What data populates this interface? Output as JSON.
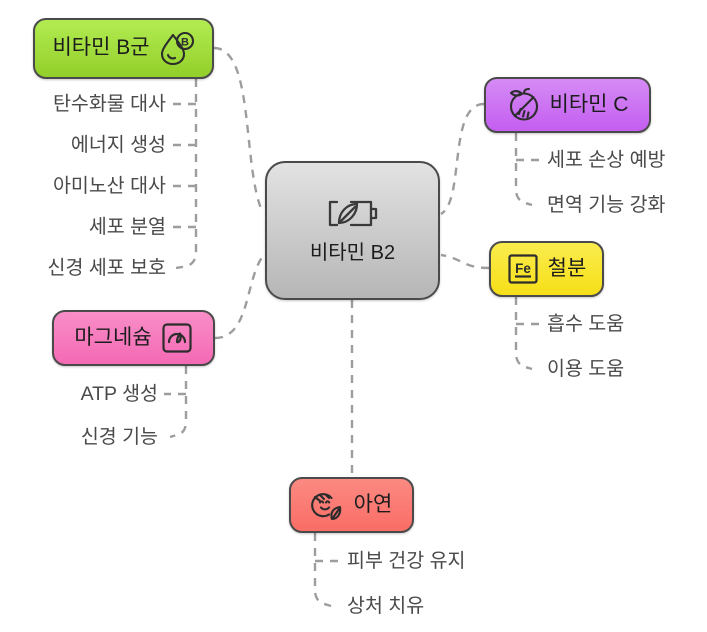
{
  "diagram": {
    "type": "mind-map",
    "title": "비타민 B2"
  },
  "center": {
    "label": "비타민 B2",
    "icon": "battery-leaf-icon",
    "color": "#c9c9c9"
  },
  "branches": [
    {
      "id": "vitamin-b",
      "label": "비타민 B군",
      "icon": "droplet-b-icon",
      "color": "#a5e33f",
      "side": "left",
      "leaves": [
        "탄수화물 대사",
        "에너지 생성",
        "아미노산 대사",
        "세포 분열",
        "신경 세포 보호"
      ]
    },
    {
      "id": "vitamin-c",
      "label": "비타민 C",
      "icon": "citrus-orange-icon",
      "color": "#cb6ef2",
      "side": "right",
      "leaves": [
        "세포 손상 예방",
        "면역 기능 강화"
      ]
    },
    {
      "id": "iron",
      "label": "철분",
      "icon": "fe-element-icon",
      "color": "#f8e436",
      "side": "right",
      "leaves": [
        "흡수 도움",
        "이용 도움"
      ]
    },
    {
      "id": "magnesium",
      "label": "마그네슘",
      "icon": "gauge-icon",
      "color": "#f67bbd",
      "side": "left",
      "leaves": [
        "ATP 생성",
        "신경 기능"
      ]
    },
    {
      "id": "zinc",
      "label": "아연",
      "icon": "face-leaf-icon",
      "color": "#fa7a73",
      "side": "bottom",
      "leaves": [
        "피부 건강 유지",
        "상처 치유"
      ]
    }
  ]
}
